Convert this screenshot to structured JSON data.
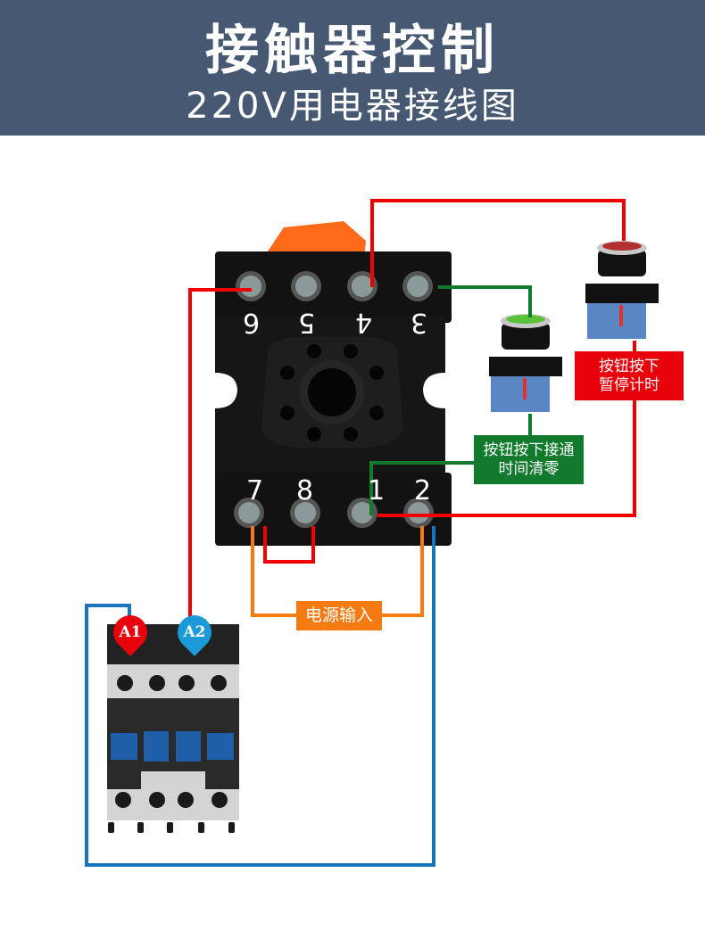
{
  "header": {
    "title": "接触器控制",
    "subtitle": "220V用电器接线图",
    "background": "#465872"
  },
  "relay_socket": {
    "top_terminals": [
      "6",
      "5",
      "4",
      "3"
    ],
    "bottom_terminals": [
      "7",
      "8",
      "1",
      "2"
    ]
  },
  "labels": {
    "pause_button": {
      "line1": "按钮按下",
      "line2": "暂停计时",
      "color": "#e8000a"
    },
    "reset_button": {
      "line1": "按钮按下接通",
      "line2": "时间清零",
      "color": "#117a2c"
    },
    "power_input": {
      "text": "电源输入",
      "color": "#f47a12"
    }
  },
  "contactor": {
    "coil_terminals": [
      {
        "label": "A1",
        "color": "#e8000a"
      },
      {
        "label": "A2",
        "color": "#1a9ad9"
      }
    ]
  },
  "wire_colors": {
    "red": "#f00000",
    "green": "#117a2c",
    "orange": "#f47a12",
    "blue": "#1a74bd"
  }
}
